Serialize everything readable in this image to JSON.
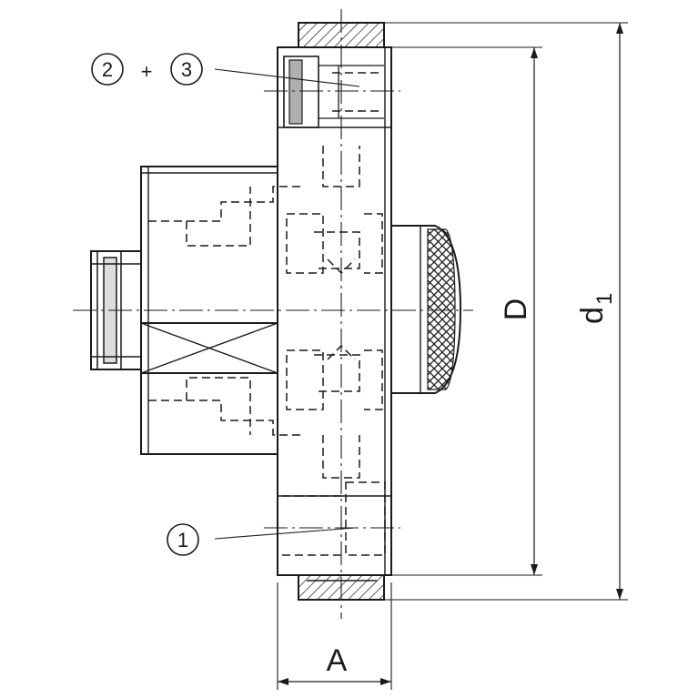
{
  "drawing": {
    "line_color": "#1a1a1a",
    "background_color": "#ffffff",
    "callouts": {
      "item_2": "2",
      "plus": "+",
      "item_3": "3",
      "item_1": "1"
    },
    "dimensions": {
      "width": "A",
      "inner_diameter": "D",
      "outer_diameter_letter": "d",
      "outer_diameter_subscript": "1"
    }
  }
}
